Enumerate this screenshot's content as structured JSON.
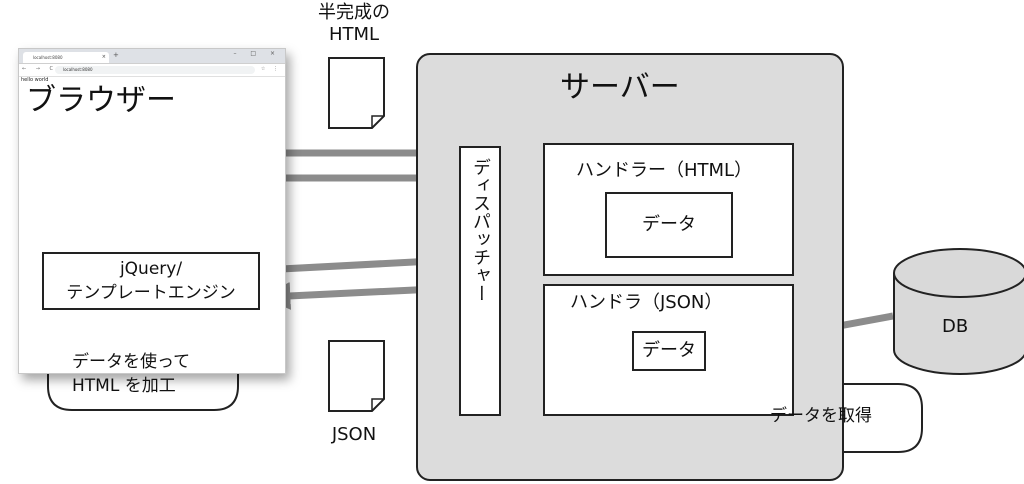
{
  "browser": {
    "title": "ブラウザー",
    "tab_title": "localhost:8080",
    "tab_close": "×",
    "new_tab": "+",
    "window_buttons": "– □ ×",
    "nav_icons": "← → C",
    "url": "localhost:8080",
    "menu_icons": "☆ ⋮",
    "page_text": "hello world"
  },
  "jquery_engine": {
    "line1": "jQuery/",
    "line2": "テンプレートエンジン"
  },
  "callout_browser": {
    "line1": "データを使って",
    "line2": "HTML を加工"
  },
  "doc_html": {
    "line1": "半完成の",
    "line2": "HTML"
  },
  "doc_json": {
    "label": "JSON"
  },
  "server": {
    "title": "サーバー",
    "dispatcher": "ディスパッチャー",
    "handler_html": "ハンドラー（HTML）",
    "handler_json": "ハンドラ（JSON）",
    "data_label": "データ"
  },
  "callout_server": {
    "text": "データを取得"
  },
  "db": {
    "label": "DB"
  },
  "colors": {
    "arrow": "#8c8c8c",
    "server_bg": "#dcdcdc",
    "db_fill": "#d9d9d9",
    "stroke": "#222222"
  }
}
